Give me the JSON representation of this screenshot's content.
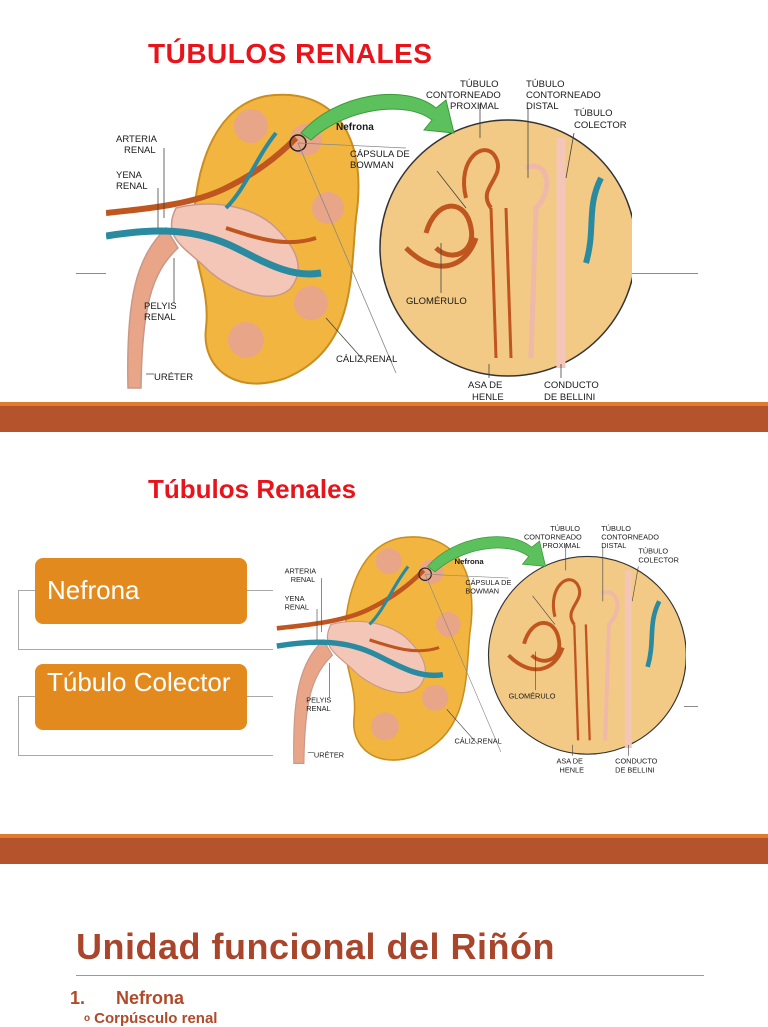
{
  "slide1": {
    "title": "TÚBULOS RENALES",
    "labels": {
      "arteria_renal": [
        "ARTERIA",
        "RENAL"
      ],
      "vena_renal": [
        "YENA",
        "RENAL"
      ],
      "pelvis_renal": [
        "PELYIS",
        "RENAL"
      ],
      "ureter": "URÉTER",
      "nefrona": "Nefrona",
      "capsula": [
        "CÁPSULA DE",
        "BOWMAN"
      ],
      "proximal": [
        "TÚBULO",
        "CONTORNEADO",
        "PROXIMAL"
      ],
      "distal": [
        "TÚBULO",
        "CONTORNEADO",
        "DISTAL"
      ],
      "colector": [
        "TÚBULO",
        "COLECTOR"
      ],
      "glomerulo": "GLOMÉRULO",
      "caliz": "CÁLIZ RENAL",
      "asa": [
        "ASA DE",
        "HENLE"
      ],
      "bellini": [
        "CONDUCTO",
        "DE BELLINI"
      ]
    }
  },
  "slide2": {
    "title": "Túbulos Renales",
    "box1": "Nefrona",
    "box2": "Túbulo Colector",
    "labels": {
      "arteria_renal": [
        "ARTERIA",
        "RENAL"
      ],
      "vena_renal": [
        "YENA",
        "RENAL"
      ],
      "pelvis_renal": [
        "PELYIS",
        "RENAL"
      ],
      "ureter": "URÉTER",
      "nefrona": "Nefrona",
      "capsula": [
        "CÁPSULA DE",
        "BOWMAN"
      ],
      "proximal": [
        "TÚBULO",
        "CONTORNEADO",
        "PROXIMAL"
      ],
      "distal": [
        "TÚBULO",
        "CONTORNEADO",
        "DISTAL"
      ],
      "colector": [
        "TÚBULO",
        "COLECTOR"
      ],
      "glomerulo": "GLOMÉRULO",
      "caliz": "CÁLIZ RENAL",
      "asa": [
        "ASA DE",
        "HENLE"
      ],
      "bellini": [
        "CONDUCTO",
        "DE BELLINI"
      ]
    }
  },
  "slide3": {
    "heading": "Unidad funcional del Riñón",
    "item1_number": "1.",
    "item1": "Nefrona",
    "subitem1_bullet": "o",
    "subitem1": "Corpúsculo renal"
  },
  "colors": {
    "title_red": "#e8141c",
    "band": "#b5542c",
    "band_highlight": "#e07a2e",
    "box_orange": "#e38a1e",
    "heading_brown": "#a8452b"
  }
}
